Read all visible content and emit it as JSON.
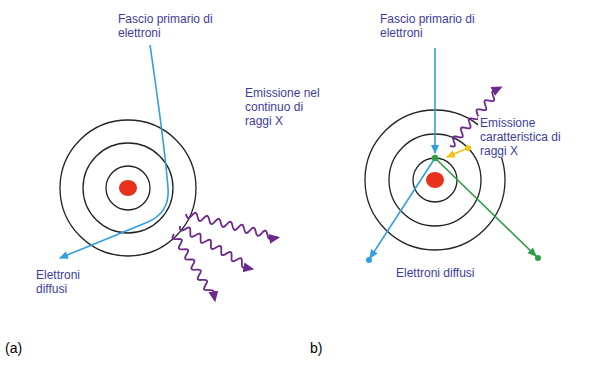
{
  "diagram": {
    "labels": [
      "Fascio primario di elettroni",
      "Emissione nel continuo di raggi X",
      "Elettroni diffusi",
      "(a)",
      "Fascio primario di elettroni",
      "Emissione caratteristica di raggi X",
      "Elettroni diffusi",
      "b)"
    ]
  }
}
